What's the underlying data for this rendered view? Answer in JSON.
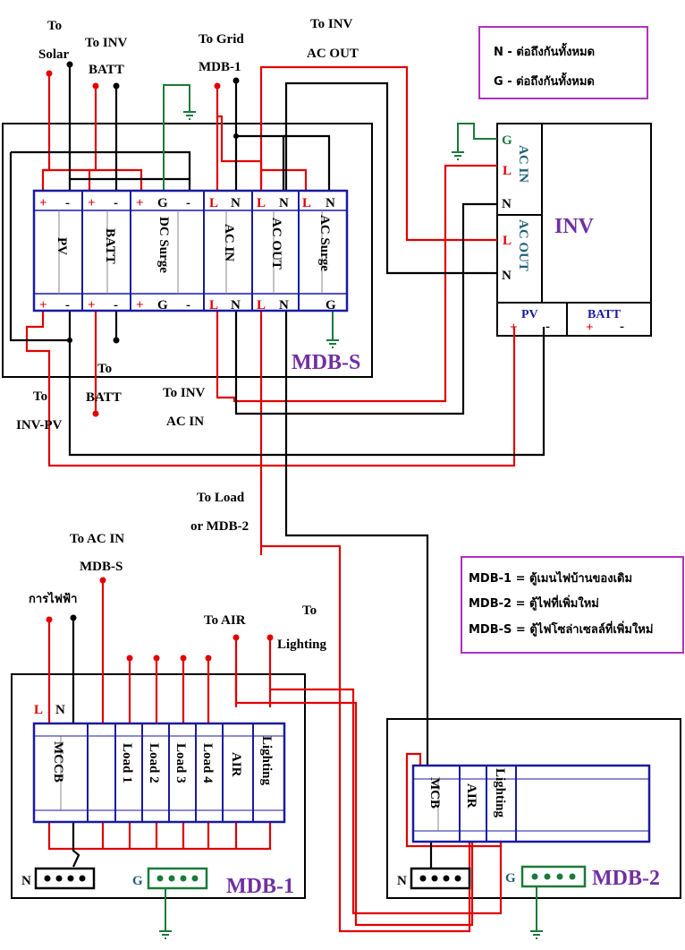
{
  "top_labels": {
    "to_solar": [
      "To",
      "Solar"
    ],
    "to_inv_batt": [
      "To INV",
      "BATT"
    ],
    "to_grid": [
      "To Grid",
      "MDB-1"
    ],
    "to_inv_acout": [
      "To INV",
      "AC OUT"
    ],
    "to_batt": [
      "To",
      "BATT"
    ],
    "to_inv_pv": [
      "To",
      "INV-PV"
    ],
    "to_inv_acin": [
      "To INV",
      "AC IN"
    ],
    "to_load": [
      "To Load",
      "or MDB-2"
    ],
    "to_acin_mdbs": [
      "To AC IN",
      "MDB-S"
    ],
    "grid_power": "การไฟฟ้า",
    "to_air": "To AIR",
    "to_lighting": [
      "To",
      "Lighting"
    ]
  },
  "legend_top": {
    "n_line": "N - ต่อถึงกันทั้งหมด",
    "g_line": "G - ต่อถึงกันทั้งหมด"
  },
  "legend_bottom": {
    "mdb1": "MDB-1 = ตู้เมนไฟบ้านของเดิม",
    "mdb2": "MDB-2 = ตู้ไฟที่เพิ่มใหม่",
    "mdbs": "MDB-S = ตู้ไฟโซล่าเซลล์ที่เพิ่มใหม่"
  },
  "mdbs": {
    "name": "MDB-S",
    "modules": {
      "pv": "PV",
      "batt": "BATT",
      "dc_surge": "DC Surge",
      "ac_in": "AC IN",
      "ac_out": "AC OUT",
      "ac_surge": "AC Surge"
    },
    "terminals": {
      "plus": "+",
      "minus": "-",
      "g": "G",
      "l": "L",
      "n": "N"
    }
  },
  "inv": {
    "name": "INV",
    "ac_in": "AC IN",
    "ac_out": "AC OUT",
    "pv": "PV",
    "batt": "BATT",
    "g": "G",
    "l": "L",
    "n": "N",
    "plus": "+",
    "minus": "-"
  },
  "mdb1": {
    "name": "MDB-1",
    "breakers": [
      "MCCB",
      "Load 1",
      "Load 2",
      "Load 3",
      "Load 4",
      "AIR",
      "Lighting"
    ],
    "l": "L",
    "n": "N",
    "n_bar": "N",
    "g_bar": "G"
  },
  "mdb2": {
    "name": "MDB-2",
    "breakers": [
      "MCB",
      "AIR",
      "Lighting"
    ],
    "n_bar": "N",
    "g_bar": "G"
  },
  "colors": {
    "line": "#e00000",
    "neutral": "#000000",
    "ground": "#1a7a3a",
    "breaker": "#1a1aa0",
    "accent": "#7030a0"
  }
}
